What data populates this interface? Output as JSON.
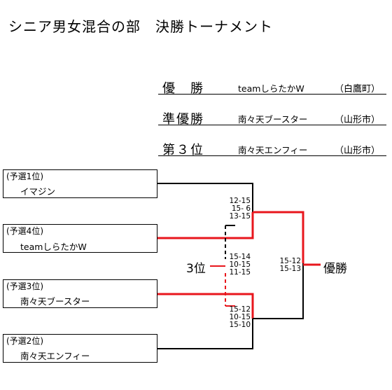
{
  "title": "シニア男女混合の部　決勝トーナメント",
  "results": [
    {
      "label": "優　勝",
      "team": "teamしらたかW",
      "city": "（白鷹町）"
    },
    {
      "label": "準優勝",
      "team": "南々天ブースター",
      "city": "（山形市）"
    },
    {
      "label": "第３位",
      "team": "南々天エンフィー",
      "city": "（山形市）"
    }
  ],
  "teams": [
    {
      "seed": "(予選1位)",
      "name": "イマジン"
    },
    {
      "seed": "(予選4位)",
      "name": "teamしらたかW"
    },
    {
      "seed": "(予選3位)",
      "name": "南々天ブースター"
    },
    {
      "seed": "(予選2位)",
      "name": "南々天エンフィー"
    }
  ],
  "scores": {
    "semi1": [
      "12-15",
      "15- 6",
      "13-15"
    ],
    "third": [
      "15-14",
      "10-15",
      "11-15"
    ],
    "semi2": [
      "15-12",
      "10-15",
      "15-10"
    ],
    "final": [
      "15-12",
      "15-13"
    ]
  },
  "labels": {
    "third_place": "3位",
    "winner": "優勝"
  },
  "colors": {
    "winner_line": "#e8161c",
    "line": "#000000"
  }
}
